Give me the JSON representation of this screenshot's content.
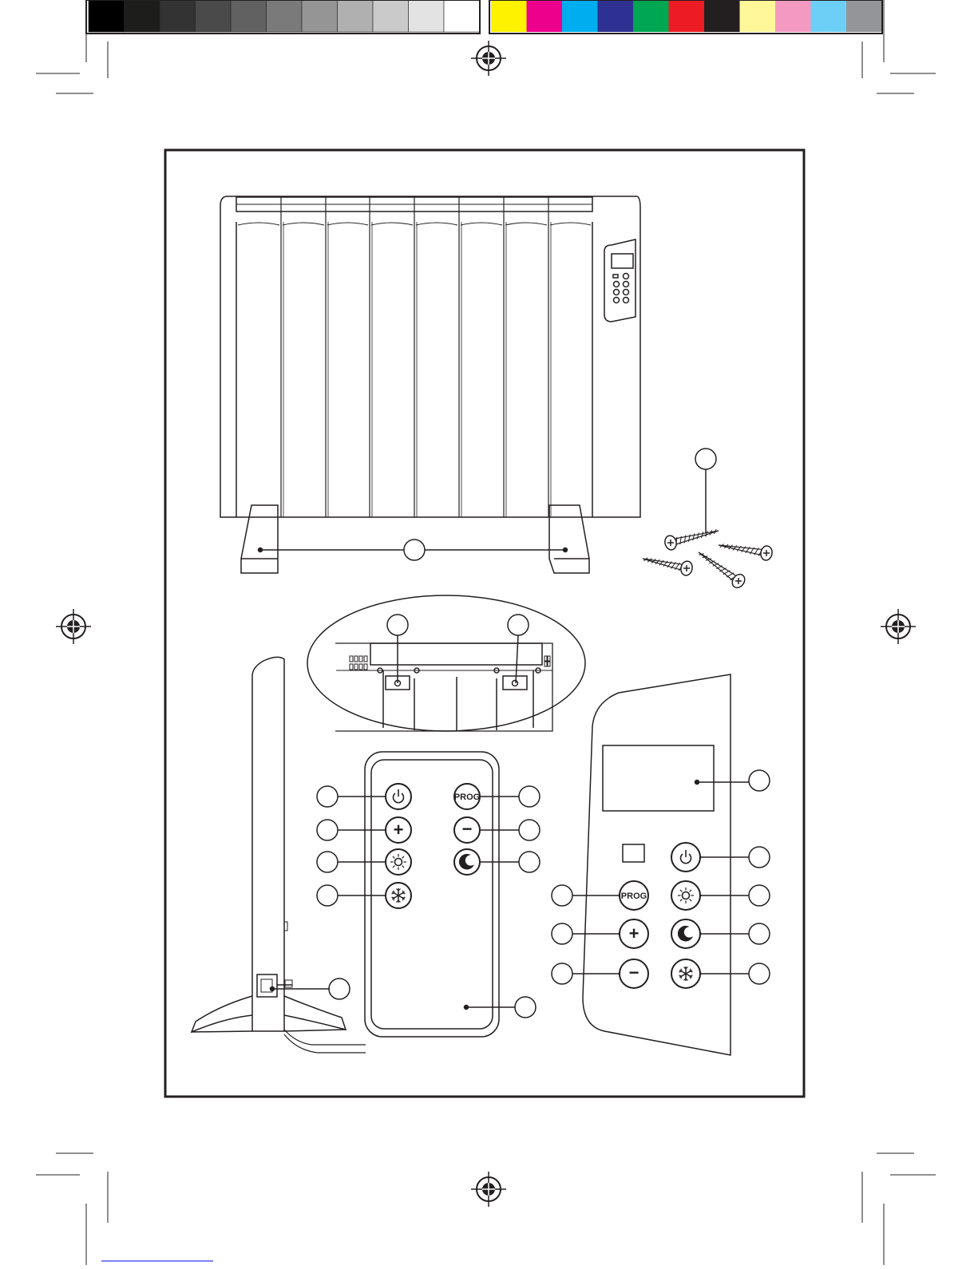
{
  "page": {
    "background": "#ffffff",
    "line_color": "#231f20"
  },
  "color_bar": {
    "gray_swatches": [
      "#000000",
      "#1d1d1b",
      "#333333",
      "#4a4a4a",
      "#616161",
      "#7a7a7a",
      "#959595",
      "#b0b0b0",
      "#cacaca",
      "#e3e3e3",
      "#ffffff"
    ],
    "color_swatches": [
      "#fff200",
      "#ec008c",
      "#00aeef",
      "#2e3192",
      "#00a651",
      "#ed1c24",
      "#231f20",
      "#fff799",
      "#f49ac1",
      "#6dcff6",
      "#939598"
    ]
  },
  "buttons": {
    "prog_label": "PROG",
    "plus_symbol": "+",
    "minus_symbol": "−",
    "power_icon": "power-icon",
    "sun_icon": "sun-icon",
    "moon_icon": "moon-icon",
    "snowflake_icon": "snowflake-icon"
  },
  "parts": {
    "radiator": "radiator-front-view",
    "feet": "radiator-feet",
    "wall_screws": "wall-mounting-screws",
    "wall_brackets": "wall-brackets",
    "side_view": "radiator-side-view",
    "power_switch": "main-power-switch",
    "remote": "remote-control",
    "control_panel": "control-panel-detail",
    "lcd": "lcd-display"
  }
}
